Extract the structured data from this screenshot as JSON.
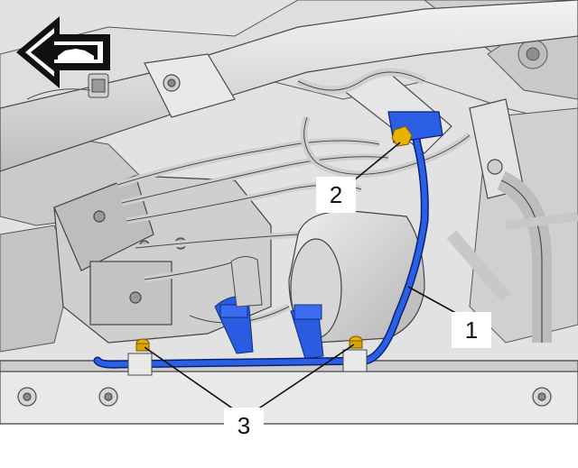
{
  "figure": {
    "callouts": [
      {
        "id": "1",
        "label": "1"
      },
      {
        "id": "2",
        "label": "2"
      },
      {
        "id": "3",
        "label": "3"
      }
    ],
    "direction_indicator": {
      "icon": "arrow-left-car-icon",
      "meaning": "vehicle front"
    },
    "colors": {
      "highlight_pipe": "#1f4fd0",
      "fastener": "#e8b300",
      "line_art": "#4a4a4a",
      "component_fill": "#d4d4d4",
      "background": "#ffffff"
    }
  }
}
